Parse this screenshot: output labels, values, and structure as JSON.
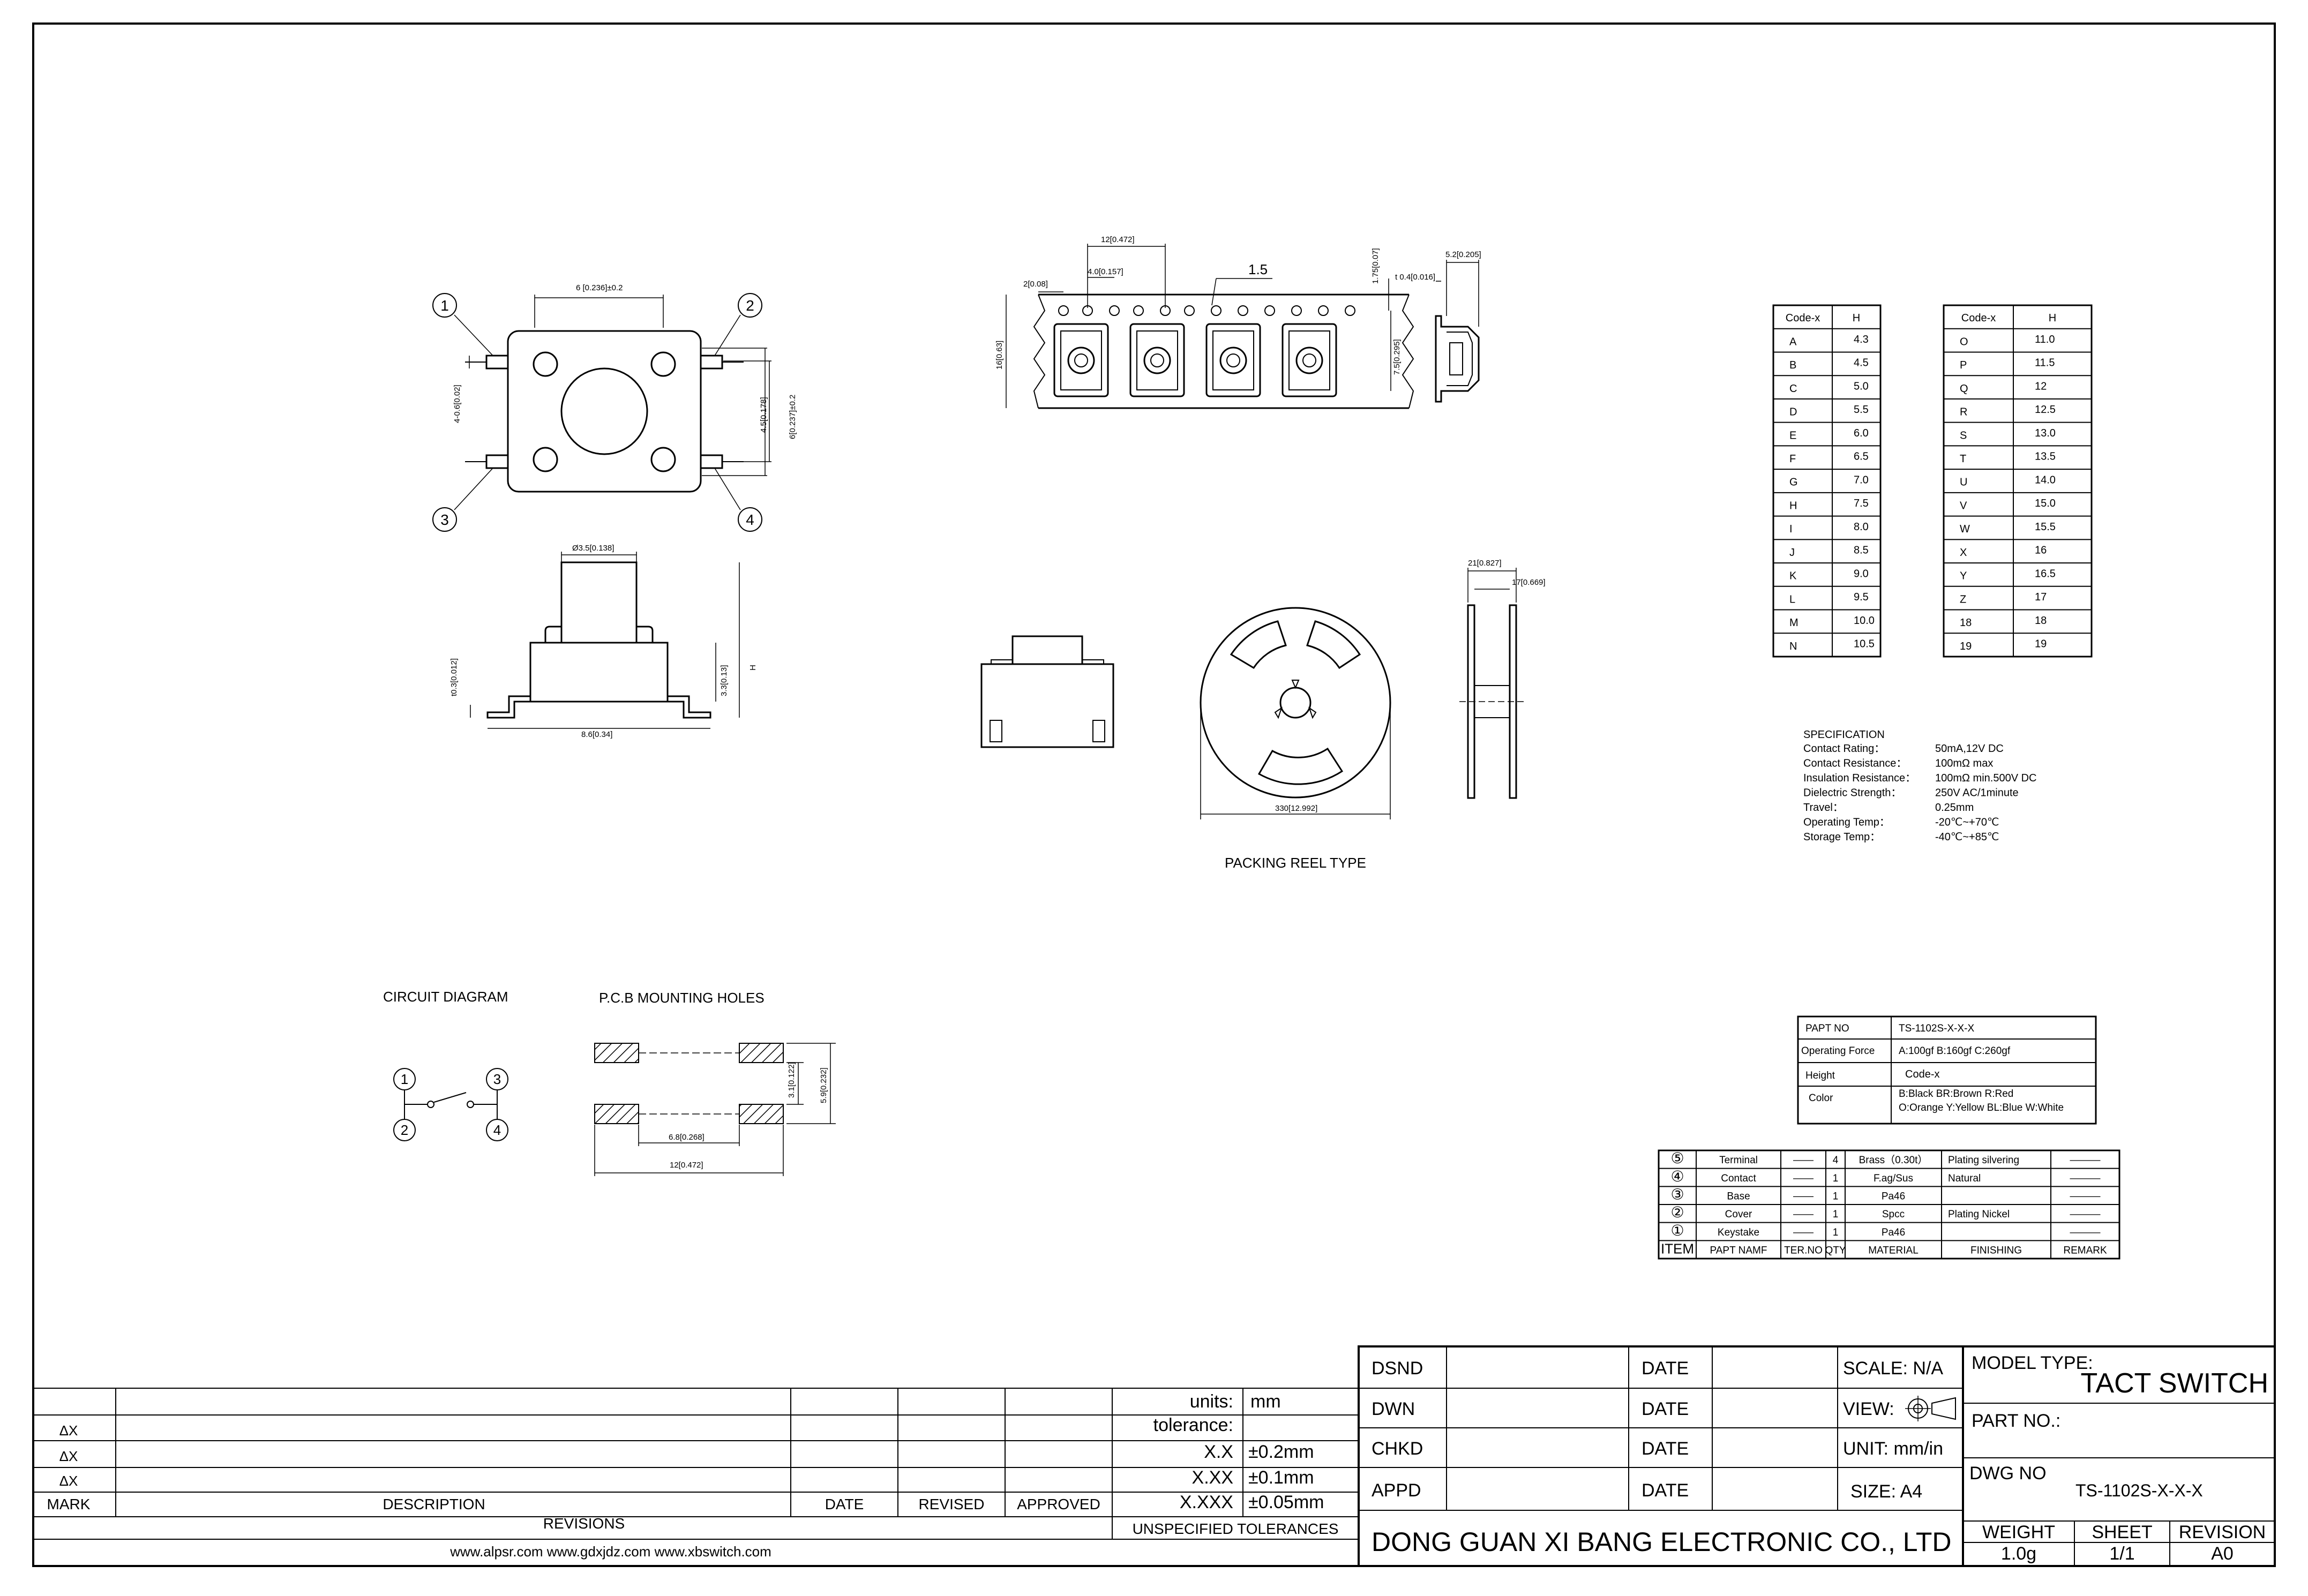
{
  "title_block": {
    "dsnd": "DSND",
    "dwn": "DWN",
    "chkd": "CHKD",
    "appd": "APPD",
    "date": "DATE",
    "scale": "SCALE: N/A",
    "view": "VIEW:",
    "unit": "UNIT: mm/in",
    "size": "SIZE: A4",
    "model_type_label": "MODEL TYPE:",
    "model_type": "TACT SWITCH",
    "part_no_label": "PART NO.:",
    "dwg_no_label": "DWG NO",
    "dwg_no": "TS-1102S-X-X-X",
    "company": "DONG GUAN XI BANG ELECTRONIC CO., LTD",
    "weight_label": "WEIGHT",
    "weight": "1.0g",
    "sheet_label": "SHEET",
    "sheet": "1/1",
    "revision_label": "REVISION",
    "revision": "A0"
  },
  "revisions": {
    "units_label": "units:",
    "units": "mm",
    "tolerance_label": "tolerance:",
    "tol": [
      {
        "fmt": "X.X",
        "val": "±0.2mm"
      },
      {
        "fmt": "X.XX",
        "val": "±0.1mm"
      },
      {
        "fmt": "X.XXX",
        "val": "±0.05mm"
      }
    ],
    "marks": [
      "ΔX",
      "ΔX",
      "ΔX"
    ],
    "headers": {
      "mark": "MARK",
      "description": "DESCRIPTION",
      "date": "DATE",
      "revised": "REVISED",
      "approved": "APPROVED"
    },
    "revisions_label": "REVISIONS",
    "unspecified": "UNSPECIFIED TOLERANCES",
    "websites": "www.alpsr.com     www.gdxjdz.com    www.xbswitch.com"
  },
  "dimensions": {
    "top_width": "6 [0.236]±0.2",
    "top_pin_gap": "4-0.6[0.02]",
    "top_inner": "4.5[0.178]",
    "top_height": "6[0.237]±0.2",
    "side_cap": "Ø3.5[0.138]",
    "side_lead": "t0.3[0.012]",
    "side_body": "3.3[0.13]",
    "side_h": "H",
    "side_width": "8.6[0.34]",
    "tape_pitch": "12[0.472]",
    "tape_hole": "4.0[0.157]",
    "tape_edge": "2[0.08]",
    "tape_dia": "1.5",
    "tape_offset": "1.75[0.07]",
    "tape_width": "16[0.63]",
    "tape_inner": "7.5[0.295]",
    "tape_side_w": "5.2[0.205]",
    "tape_thick": "t 0.4[0.016]",
    "reel_dia": "330[12.992]",
    "reel_w1": "21[0.827]",
    "reel_w2": "17[0.669]",
    "pcb_h1": "3.1[0.122]",
    "pcb_h2": "5.9[0.232]",
    "pcb_w1": "6.8[0.268]",
    "pcb_w2": "12[0.472]"
  },
  "labels": {
    "packing_reel": "PACKING REEL TYPE",
    "circuit": "CIRCUIT  DIAGRAM",
    "pcb": "P.C.B  MOUNTING  HOLES"
  },
  "pins": [
    "1",
    "2",
    "3",
    "4"
  ],
  "code_table_left": {
    "headers": [
      "Code-x",
      "H"
    ],
    "rows": [
      [
        "A",
        "4.3"
      ],
      [
        "B",
        "4.5"
      ],
      [
        "C",
        "5.0"
      ],
      [
        "D",
        "5.5"
      ],
      [
        "E",
        "6.0"
      ],
      [
        "F",
        "6.5"
      ],
      [
        "G",
        "7.0"
      ],
      [
        "H",
        "7.5"
      ],
      [
        "I",
        "8.0"
      ],
      [
        "J",
        "8.5"
      ],
      [
        "K",
        "9.0"
      ],
      [
        "L",
        "9.5"
      ],
      [
        "M",
        "10.0"
      ],
      [
        "N",
        "10.5"
      ]
    ]
  },
  "code_table_right": {
    "headers": [
      "Code-x",
      "H"
    ],
    "rows": [
      [
        "O",
        "11.0"
      ],
      [
        "P",
        "11.5"
      ],
      [
        "Q",
        "12"
      ],
      [
        "R",
        "12.5"
      ],
      [
        "S",
        "13.0"
      ],
      [
        "T",
        "13.5"
      ],
      [
        "U",
        "14.0"
      ],
      [
        "V",
        "15.0"
      ],
      [
        "W",
        "15.5"
      ],
      [
        "X",
        "16"
      ],
      [
        "Y",
        "16.5"
      ],
      [
        "Z",
        "17"
      ],
      [
        "18",
        "18"
      ],
      [
        "19",
        "19"
      ]
    ]
  },
  "specification": {
    "title": "SPECIFICATION",
    "rows": [
      [
        "Contact  Rating：",
        "50mA,12V DC"
      ],
      [
        "Contact  Resistance：",
        "100mΩ max"
      ],
      [
        "Insulation Resistance：",
        "100mΩ min.500V DC"
      ],
      [
        "Dielectric  Strength：",
        "250V AC/1minute"
      ],
      [
        "Travel：",
        "0.25mm"
      ],
      [
        "Operating Temp：",
        "-20℃~+70℃"
      ],
      [
        "Storage Temp：",
        "-40℃~+85℃"
      ]
    ]
  },
  "part_table": {
    "rows": [
      [
        "PAPT NO",
        "TS-1102S-X-X-X"
      ],
      [
        "Operating Force",
        "A:100gf B:160gf C:260gf"
      ],
      [
        "Height",
        "Code-x"
      ],
      [
        "Color",
        "B:Black BR:Brown R:Red",
        "O:Orange Y:Yellow BL:Blue W:White"
      ]
    ]
  },
  "bom": {
    "rows": [
      [
        "⑤",
        "Terminal",
        "——",
        "4",
        "Brass（0.30t）",
        "Plating silvering",
        "———"
      ],
      [
        "④",
        "Contact",
        "——",
        "1",
        "F.ag/Sus",
        "Natural",
        "———"
      ],
      [
        "③",
        "Base",
        "——",
        "1",
        "Pa46",
        "",
        "———"
      ],
      [
        "②",
        "Cover",
        "——",
        "1",
        "Spcc",
        "Plating Nickel",
        "———"
      ],
      [
        "①",
        "Keystake",
        "——",
        "1",
        "Pa46",
        "",
        "———"
      ]
    ],
    "headers": [
      "ITEM",
      "PAPT NAMF",
      "TER.NO",
      "QTY",
      "MATERIAL",
      "FINISHING",
      "REMARK"
    ]
  }
}
